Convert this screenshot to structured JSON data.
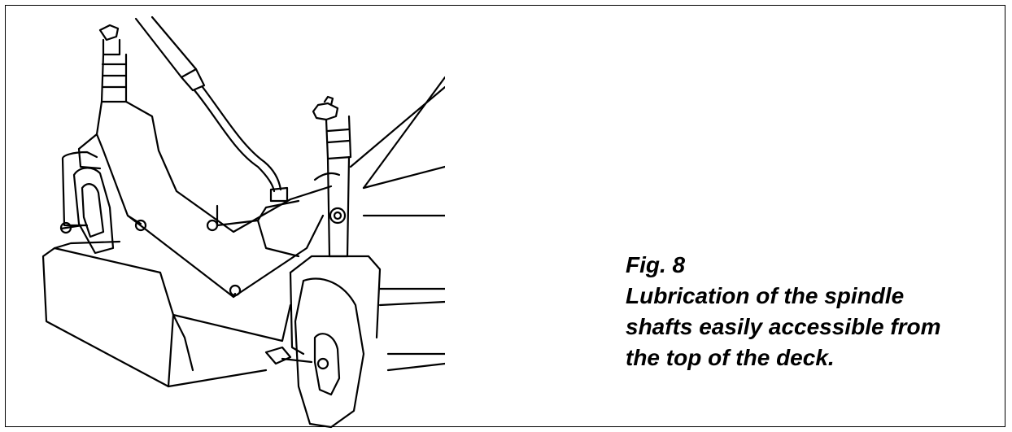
{
  "figure": {
    "label": "Fig. 8",
    "caption_lines": [
      "Lubrication of the spindle",
      "shafts easily accessible from",
      "the top of the deck."
    ]
  }
}
